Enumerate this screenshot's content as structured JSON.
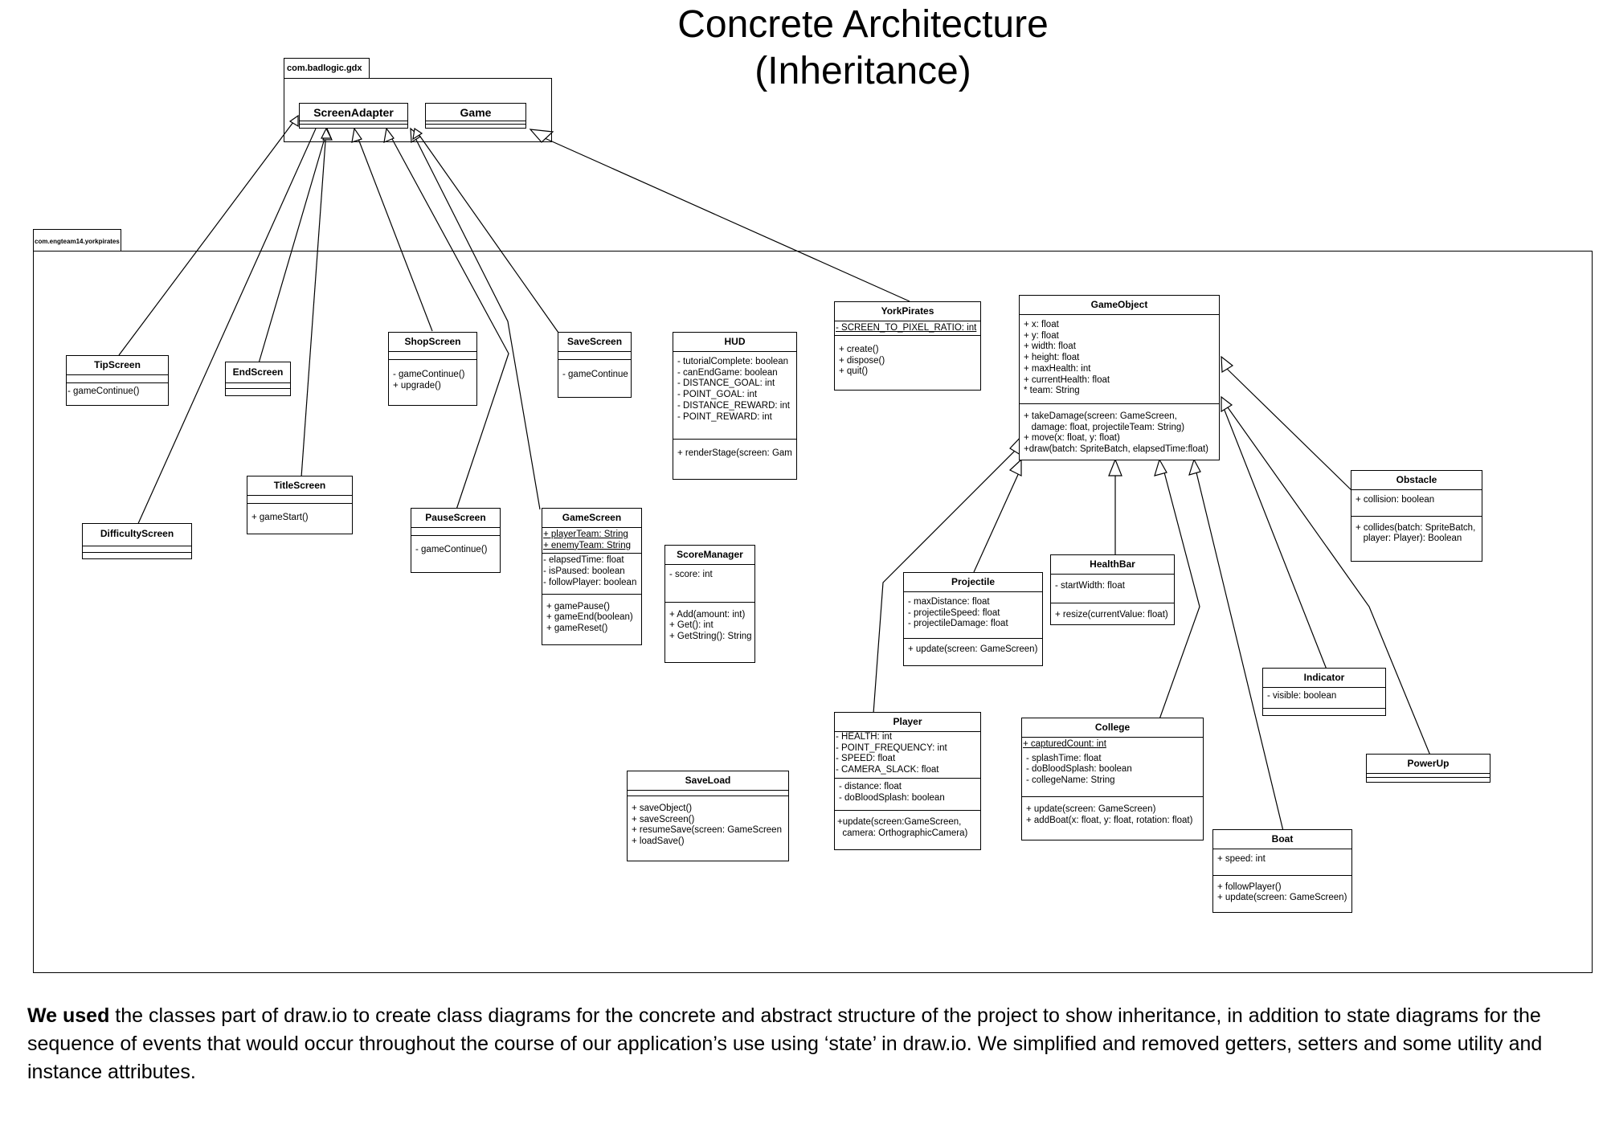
{
  "title": {
    "line1": "Concrete Architecture",
    "line2": "(Inheritance)"
  },
  "packages": {
    "gdx": {
      "name": "com.badlogic.gdx"
    },
    "yorkpirates": {
      "name": "com.engteam14.yorkpirates"
    }
  },
  "classes": {
    "screenadapter": {
      "name": "ScreenAdapter"
    },
    "game": {
      "name": "Game"
    },
    "tipscreen": {
      "name": "TipScreen",
      "methods": [
        "- gameContinue()"
      ]
    },
    "endscreen": {
      "name": "EndScreen"
    },
    "shopscreen": {
      "name": "ShopScreen",
      "methods": [
        "- gameContinue()",
        "+ upgrade()"
      ]
    },
    "savescreen": {
      "name": "SaveScreen",
      "methods": [
        "- gameContinue"
      ]
    },
    "hud": {
      "name": "HUD",
      "attributes": [
        "- tutorialComplete: boolean",
        "- canEndGame: boolean",
        "- DISTANCE_GOAL: int",
        "- POINT_GOAL: int",
        "- DISTANCE_REWARD: int",
        "- POINT_REWARD: int"
      ],
      "methods": [
        "+ renderStage(screen: Gam"
      ]
    },
    "yorkpirates": {
      "name": "YorkPirates",
      "static_attributes": [
        "- SCREEN_TO_PIXEL_RATIO: int"
      ],
      "methods": [
        "+ create()",
        "+ dispose()",
        "+ quit()"
      ]
    },
    "gameobject": {
      "name": "GameObject",
      "attributes": [
        "+ x: float",
        "+ y: float",
        "+ width: float",
        "+ height: float",
        "+ maxHealth: int",
        "+ currentHealth: float",
        "* team: String"
      ],
      "methods": [
        "+ takeDamage(screen: GameScreen,",
        "   damage: float, projectileTeam: String)",
        "+ move(x: float, y: float)",
        "+draw(batch: SpriteBatch, elapsedTime:float)"
      ]
    },
    "difficultyscreen": {
      "name": "DifficultyScreen"
    },
    "titlescreen": {
      "name": "TitleScreen",
      "methods": [
        "+ gameStart()"
      ]
    },
    "pausescreen": {
      "name": "PauseScreen",
      "methods": [
        "- gameContinue()"
      ]
    },
    "gamescreen": {
      "name": "GameScreen",
      "static_attributes": [
        "+ playerTeam: String",
        "+ enemyTeam: String"
      ],
      "attributes": [
        "- elapsedTime: float",
        "- isPaused: boolean",
        "- followPlayer: boolean"
      ],
      "methods": [
        "+ gamePause()",
        "+ gameEnd(boolean)",
        "+ gameReset()"
      ]
    },
    "scoremanager": {
      "name": "ScoreManager",
      "attributes": [
        "- score: int"
      ],
      "methods": [
        "+ Add(amount: int)",
        "+ Get(): int",
        "+ GetString(): String"
      ]
    },
    "projectile": {
      "name": "Projectile",
      "attributes": [
        "- maxDistance: float",
        "- projectileSpeed: float",
        "- projectileDamage: float"
      ],
      "methods": [
        "+ update(screen: GameScreen)"
      ]
    },
    "healthbar": {
      "name": "HealthBar",
      "attributes": [
        "- startWidth: float"
      ],
      "methods": [
        "+ resize(currentValue: float)"
      ]
    },
    "obstacle": {
      "name": "Obstacle",
      "attributes": [
        "+ collision: boolean"
      ],
      "methods": [
        "+ collides(batch: SpriteBatch,",
        "   player: Player): Boolean"
      ]
    },
    "indicator": {
      "name": "Indicator",
      "attributes": [
        "- visible: boolean"
      ]
    },
    "player": {
      "name": "Player",
      "static_attributes": [
        "- HEALTH: int",
        "- POINT_FREQUENCY: int",
        "- SPEED: float",
        "- CAMERA_SLACK: float"
      ],
      "attributes": [
        "- distance: float",
        "- doBloodSplash: boolean"
      ],
      "methods": [
        "+update(screen:GameScreen,",
        "  camera: OrthographicCamera)"
      ]
    },
    "college": {
      "name": "College",
      "static_attributes": [
        "+ capturedCount: int"
      ],
      "attributes": [
        "- splashTime: float",
        "- doBloodSplash: boolean",
        "- collegeName: String"
      ],
      "methods": [
        "+ update(screen: GameScreen)",
        "+ addBoat(x: float, y: float, rotation: float)"
      ]
    },
    "saveload": {
      "name": "SaveLoad",
      "methods": [
        "+ saveObject()",
        "+ saveScreen()",
        "+ resumeSave(screen: GameScreen",
        "+ loadSave()"
      ]
    },
    "powerup": {
      "name": "PowerUp"
    },
    "boat": {
      "name": "Boat",
      "attributes": [
        "+ speed: int"
      ],
      "methods": [
        "+ followPlayer()",
        "+ update(screen: GameScreen)"
      ]
    }
  },
  "footnote": {
    "lead": "We used",
    "text": " the classes part of draw.io to create class diagrams for the concrete and abstract structure of the project to show inheritance, in addition to state diagrams for the sequence of events that would occur throughout the course of our application’s use using ‘state’ in draw.io. We simplified and removed getters, setters and some utility and instance attributes."
  }
}
